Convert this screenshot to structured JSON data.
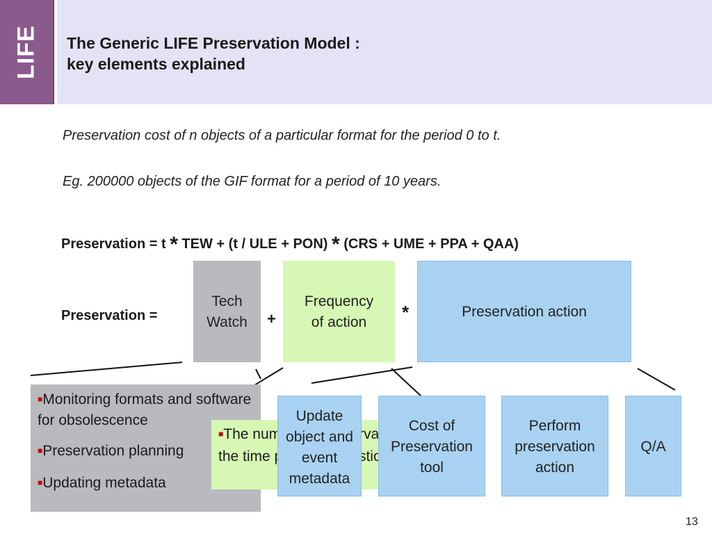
{
  "brand": {
    "tab_label": "LIFE",
    "tab_color": "#8a5a8c",
    "header_color": "#e4e3f6"
  },
  "header": {
    "title_line1": "The Generic LIFE Preservation Model :",
    "title_line2": "key elements explained"
  },
  "intro": {
    "line1": "Preservation cost of n objects of a particular format for the period 0 to t.",
    "line2": "Eg. 200000 objects of the GIF format for a period of 10 years."
  },
  "formula": {
    "part1": "Preservation = t ",
    "star1": "*",
    "part2": " TEW  + (t / ULE + PON) ",
    "star2": "*",
    "part3": " (CRS + UME + PPA + QAA)"
  },
  "diagram": {
    "label": "Preservation =",
    "plus": "+",
    "times": "*",
    "tech_watch": {
      "line1": "Tech",
      "line2": "Watch"
    },
    "frequency": {
      "line1": "Frequency",
      "line2": "of action"
    },
    "preservation_action": "Preservation action"
  },
  "tech_watch_details": [
    "Monitoring formats and software for obsolescence",
    "Preservation planning",
    "Updating metadata"
  ],
  "frequency_note": {
    "line1": "The number of preservation actions over",
    "line2": "the time period in question"
  },
  "action_boxes": {
    "metadata": {
      "line1": "Update",
      "line2": "object and",
      "line3": "event",
      "line4": "metadata"
    },
    "cost_tool": {
      "line1": "Cost of",
      "line2": "Preservation",
      "line3": "tool"
    },
    "perform": {
      "line1": "Perform",
      "line2": "preservation",
      "line3": "action"
    },
    "qa": "Q/A"
  },
  "page_number": "13",
  "colors": {
    "grey": "#b8babd",
    "green": "#d6f8b4",
    "blue": "#a9d2f2",
    "bullet": "#cc0000"
  }
}
